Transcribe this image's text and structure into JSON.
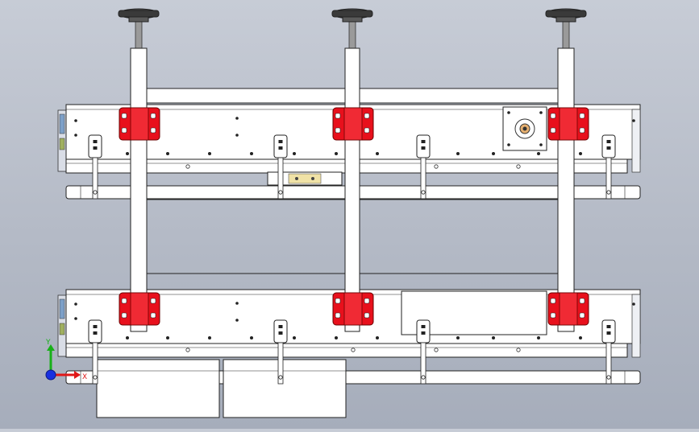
{
  "view": {
    "title": "",
    "triad": {
      "x_label": "X",
      "y_label": "Y",
      "z_label": ""
    }
  },
  "colors": {
    "background_top": "#c7ccd6",
    "background_bottom": "#a6adbb",
    "part_fill": "#ffffff",
    "edge": "#1f1f1f",
    "bracket_red": "#e8101c",
    "foot_dark": "#3a3a3a",
    "nameplate": "#f0e2a6",
    "triad_x": "#e01818",
    "triad_y": "#18b018",
    "triad_z": "#1830e0"
  },
  "icons": [
    "leveling-foot-icon",
    "mounting-bracket-icon",
    "motor-flange-icon",
    "axis-triad-icon"
  ],
  "assembly": {
    "leveling_feet": 3,
    "vertical_posts": 3,
    "conveyor_modules": 2,
    "red_brackets_per_module": 3,
    "tab_clamps_per_module": 4
  }
}
